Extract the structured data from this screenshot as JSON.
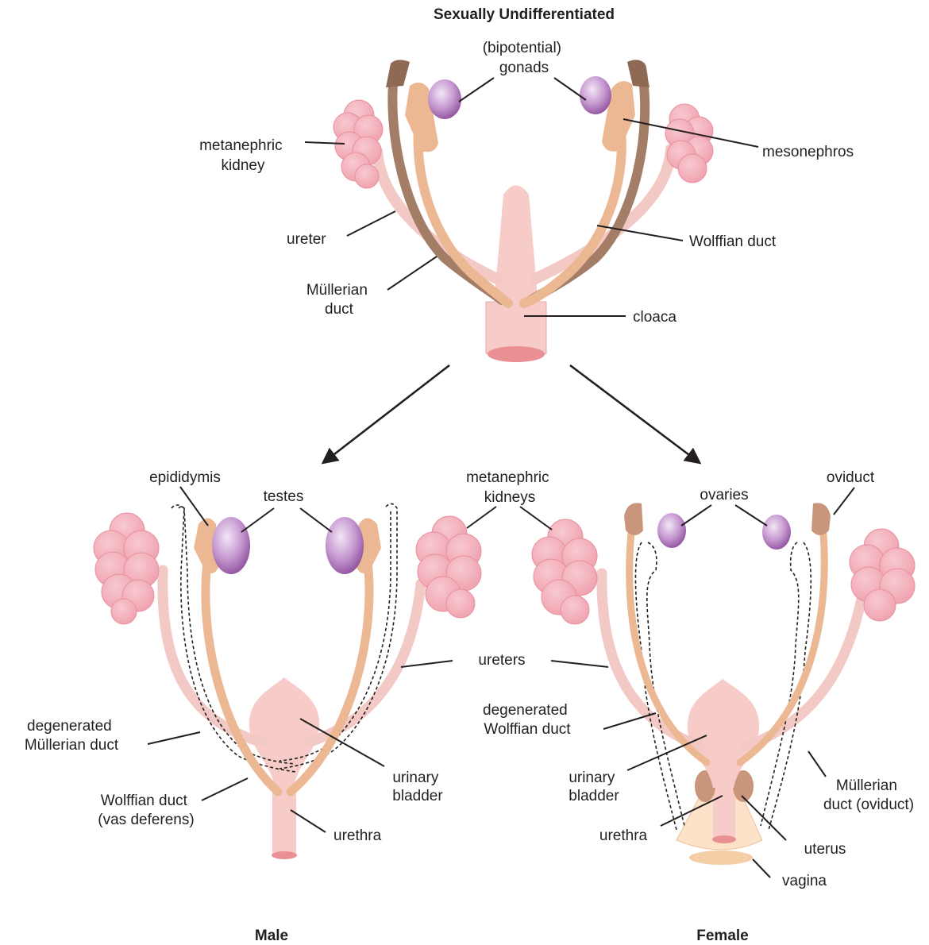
{
  "titles": {
    "undiff": "Sexually Undifferentiated",
    "male": "Male",
    "female": "Female"
  },
  "undiff": {
    "gonads": [
      "(bipotential)",
      "gonads"
    ],
    "metanephric_kidney": [
      "metanephric",
      "kidney"
    ],
    "mesonephros": "mesonephros",
    "ureter": "ureter",
    "wolffian_duct": "Wolffian duct",
    "mullerian_duct": [
      "Müllerian",
      "duct"
    ],
    "cloaca": "cloaca"
  },
  "male": {
    "epididymis": "epididymis",
    "testes": "testes",
    "degen_mullerian": [
      "degenerated",
      "Müllerian duct"
    ],
    "wolffian": [
      "Wolffian duct",
      "(vas deferens)"
    ],
    "urinary_bladder": [
      "urinary",
      "bladder"
    ],
    "urethra": "urethra"
  },
  "shared": {
    "metanephric_kidneys": [
      "metanephric",
      "kidneys"
    ],
    "ureters": "ureters"
  },
  "female": {
    "ovaries": "ovaries",
    "oviduct": "oviduct",
    "degen_wolffian": [
      "degenerated",
      "Wolffian duct"
    ],
    "urinary_bladder": [
      "urinary",
      "bladder"
    ],
    "mullerian": [
      "Müllerian",
      "duct (oviduct)"
    ],
    "urethra": "urethra",
    "uterus": "uterus",
    "vagina": "vagina"
  },
  "colors": {
    "kidney": "#f2b3bd",
    "kidney_edge": "#e8919f",
    "gonad": "#a86ab4",
    "gonad_light": "#eadcf0",
    "duct_dark": "#a47d67",
    "duct_tan": "#ecb893",
    "pink_tissue": "#f6cbc8",
    "ureter": "#f3c9c6",
    "ink": "#231f20"
  }
}
